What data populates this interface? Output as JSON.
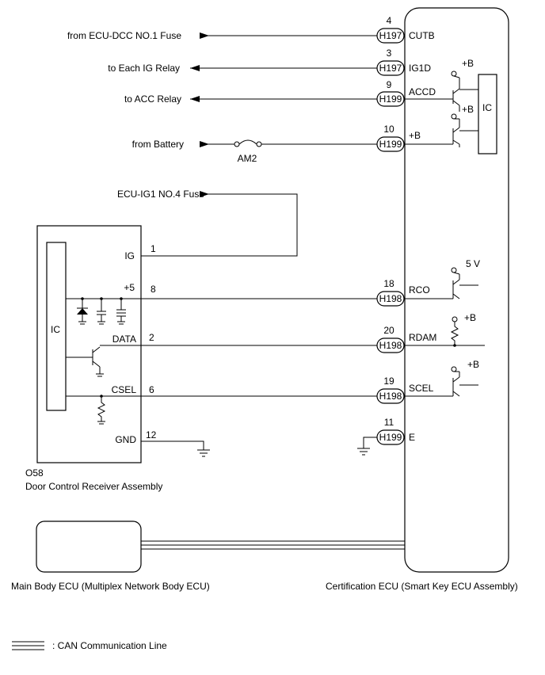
{
  "external_signals": {
    "from_ecu_dcc": "from ECU-DCC NO.1 Fuse",
    "to_ig_relay": "to Each IG Relay",
    "to_acc_relay": "to ACC Relay",
    "from_battery": "from Battery",
    "fuse_am2": "AM2",
    "ecu_ig1_fuse": "ECU-IG1 NO.4 Fuse"
  },
  "cert_ecu": {
    "name": "Certification ECU (Smart Key ECU Assembly)",
    "ic_label": "IC",
    "pins": [
      {
        "num": "4",
        "conn": "H197",
        "sig": "CUTB"
      },
      {
        "num": "3",
        "conn": "H197",
        "sig": "IG1D"
      },
      {
        "num": "9",
        "conn": "H199",
        "sig": "ACCD"
      },
      {
        "num": "10",
        "conn": "H199",
        "sig": "+B"
      },
      {
        "num": "18",
        "conn": "H198",
        "sig": "RCO"
      },
      {
        "num": "20",
        "conn": "H198",
        "sig": "RDAM"
      },
      {
        "num": "19",
        "conn": "H198",
        "sig": "SCEL"
      },
      {
        "num": "11",
        "conn": "H199",
        "sig": "E"
      }
    ],
    "supplies": {
      "b1": "+B",
      "b2": "+B",
      "v5": "5 V",
      "b3": "+B",
      "b4": "+B"
    }
  },
  "door_receiver": {
    "code": "O58",
    "name": "Door Control Receiver Assembly",
    "ic_label": "IC",
    "pins": [
      {
        "num": "1",
        "sig": "IG"
      },
      {
        "num": "8",
        "sig": "+5"
      },
      {
        "num": "2",
        "sig": "DATA"
      },
      {
        "num": "6",
        "sig": "CSEL"
      },
      {
        "num": "12",
        "sig": "GND"
      }
    ]
  },
  "main_body_ecu": {
    "name": "Main Body ECU (Multiplex Network Body ECU)"
  },
  "legend": {
    "can_line": ": CAN Communication Line"
  },
  "colors": {
    "line": "#000000",
    "background": "#ffffff"
  }
}
